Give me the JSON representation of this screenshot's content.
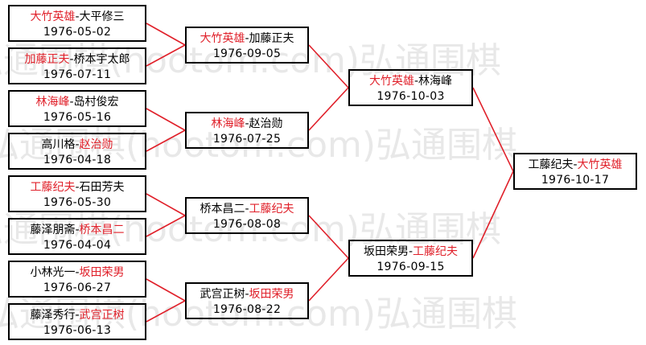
{
  "colors": {
    "winner": "#e0202a",
    "line": "#e0202a",
    "border": "#000000",
    "watermark": "#e8e8e8"
  },
  "watermark": [
    "弘通围棋(hootom.com)弘通围棋",
    "弘通围棋(hootom.com)弘通围棋",
    "弘通围棋(hootom.com)弘通围棋",
    "弘通围棋(hootom.com)弘通围棋"
  ],
  "bracket": {
    "round1": [
      {
        "p1": "大竹英雄",
        "p2": "大平修三",
        "winner": 1,
        "date": "1976-05-02"
      },
      {
        "p1": "加藤正夫",
        "p2": "桥本宇太郎",
        "winner": 1,
        "date": "1976-07-11"
      },
      {
        "p1": "林海峰",
        "p2": "岛村俊宏",
        "winner": 1,
        "date": "1976-05-16"
      },
      {
        "p1": "高川格",
        "p2": "赵治勋",
        "winner": 2,
        "date": "1976-04-18"
      },
      {
        "p1": "工藤纪夫",
        "p2": "石田芳夫",
        "winner": 1,
        "date": "1976-05-30"
      },
      {
        "p1": "藤泽朋斋",
        "p2": "桥本昌二",
        "winner": 2,
        "date": "1976-04-04"
      },
      {
        "p1": "小林光一",
        "p2": "坂田荣男",
        "winner": 2,
        "date": "1976-06-27"
      },
      {
        "p1": "藤泽秀行",
        "p2": "武宫正树",
        "winner": 2,
        "date": "1976-06-13"
      }
    ],
    "round2": [
      {
        "p1": "大竹英雄",
        "p2": "加藤正夫",
        "winner": 1,
        "date": "1976-09-05"
      },
      {
        "p1": "林海峰",
        "p2": "赵治勋",
        "winner": 1,
        "date": "1976-07-25"
      },
      {
        "p1": "桥本昌二",
        "p2": "工藤纪夫",
        "winner": 2,
        "date": "1976-08-08"
      },
      {
        "p1": "武宫正树",
        "p2": "坂田荣男",
        "winner": 2,
        "date": "1976-08-22"
      }
    ],
    "semis": [
      {
        "p1": "大竹英雄",
        "p2": "林海峰",
        "winner": 1,
        "date": "1976-10-03"
      },
      {
        "p1": "坂田荣男",
        "p2": "工藤纪夫",
        "winner": 2,
        "date": "1976-09-15"
      }
    ],
    "final": [
      {
        "p1": "工藤纪夫",
        "p2": "大竹英雄",
        "winner": 2,
        "date": "1976-10-17"
      }
    ]
  }
}
